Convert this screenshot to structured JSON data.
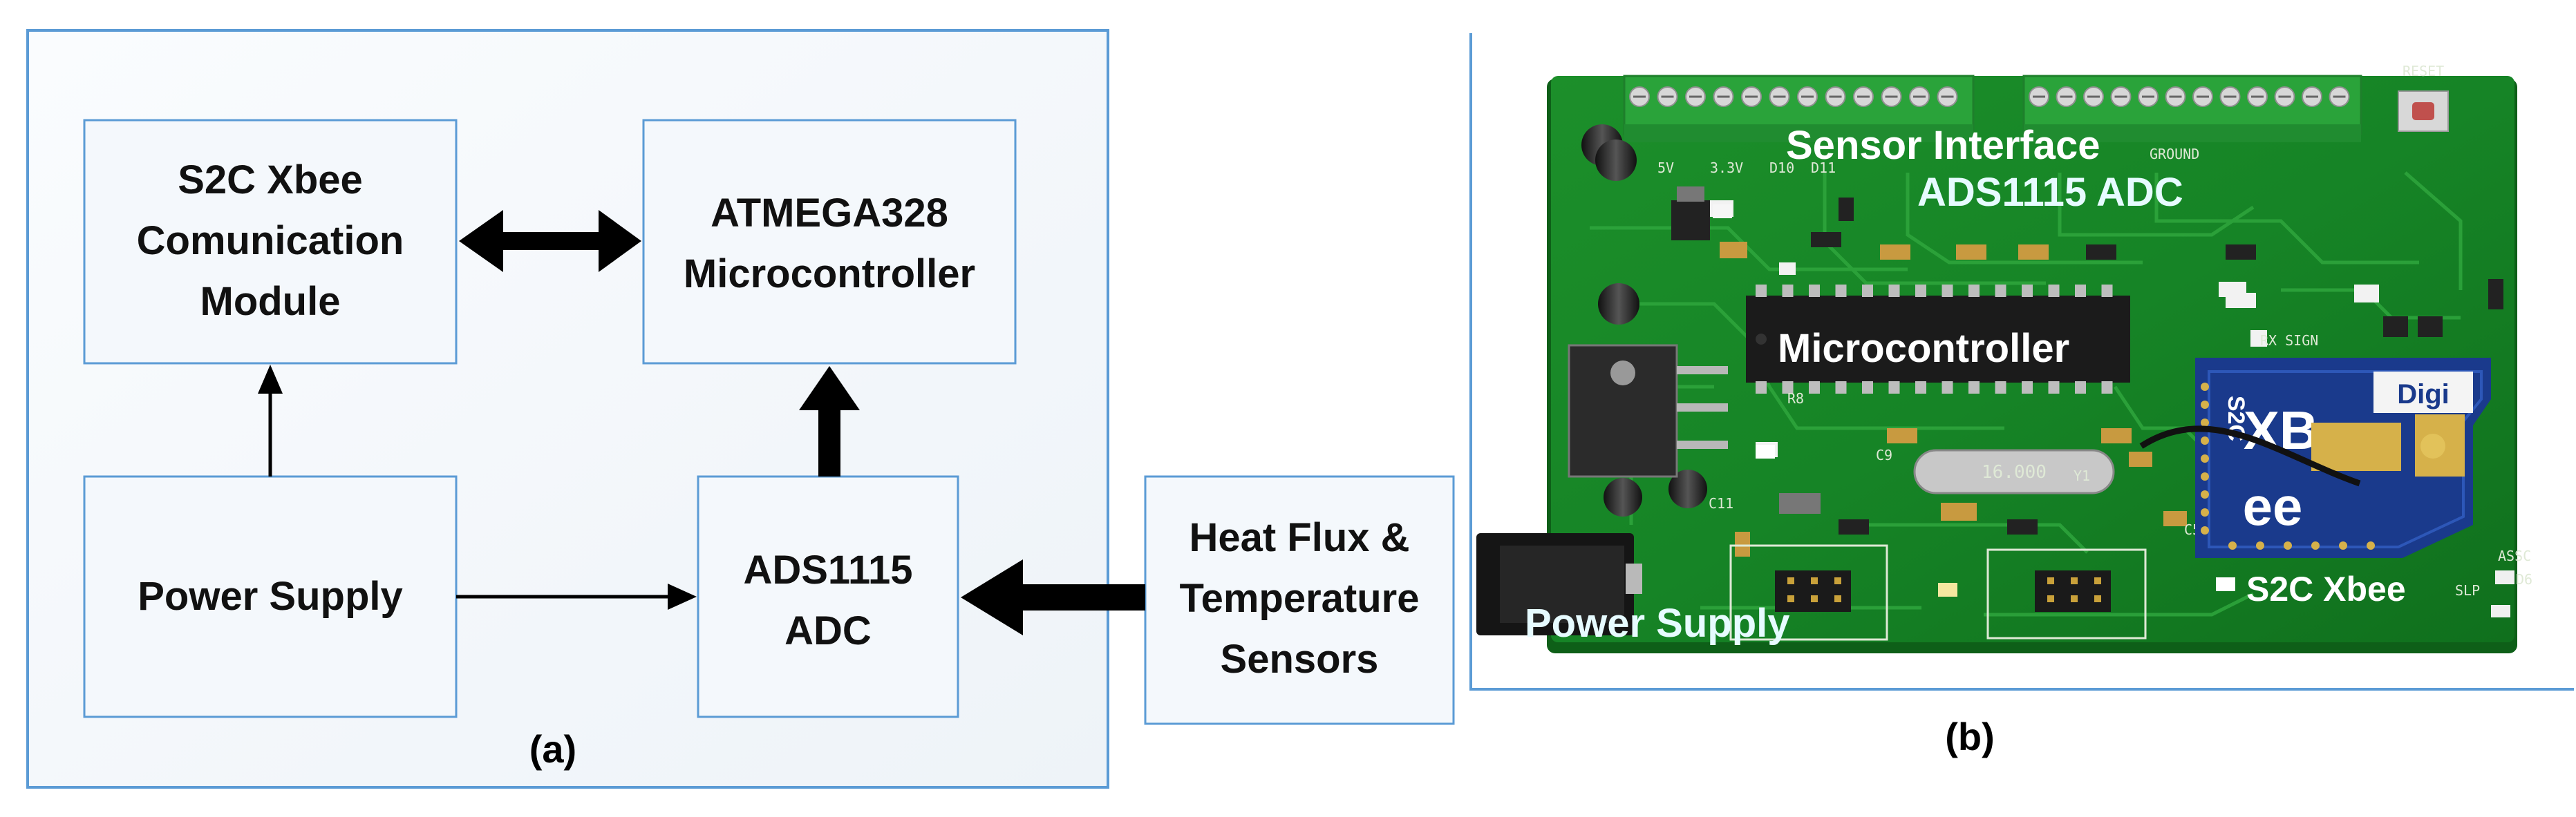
{
  "panel_a": {
    "caption": "(a)",
    "blocks": {
      "xbee": [
        "S2C Xbee",
        "Comunication",
        "Module"
      ],
      "mcu": [
        "ATMEGA328",
        "Microcontroller"
      ],
      "power": [
        "Power Supply"
      ],
      "adc": [
        "ADS1115",
        "ADC"
      ],
      "sensors": [
        "Heat Flux &",
        "Temperature",
        "Sensors"
      ]
    }
  },
  "panel_b": {
    "caption": "(b)",
    "labels": {
      "sensor_interface": "Sensor Interface",
      "adc": "ADS1115 ADC",
      "microcontroller": "Microcontroller",
      "xbee": "S2C Xbee",
      "power_supply": "Power Supply"
    },
    "xbee_module_text": {
      "digi": "Digi",
      "xb": "XB",
      "s2c": "S2C",
      "ee": "ee"
    }
  },
  "colors": {
    "panel_a_bg": "#f3f6fa",
    "panel_a_border": "#5b9bd5",
    "block_fill": "#f4f8fc",
    "block_border": "#5b9bd5",
    "arrow": "#000000",
    "pcb_green": "#1f8a2a",
    "terminal_green": "#2aa33a",
    "xbee_blue": "#1a3a8c",
    "pcb_label": "#ffffff",
    "power_label": "#e6fbff"
  }
}
